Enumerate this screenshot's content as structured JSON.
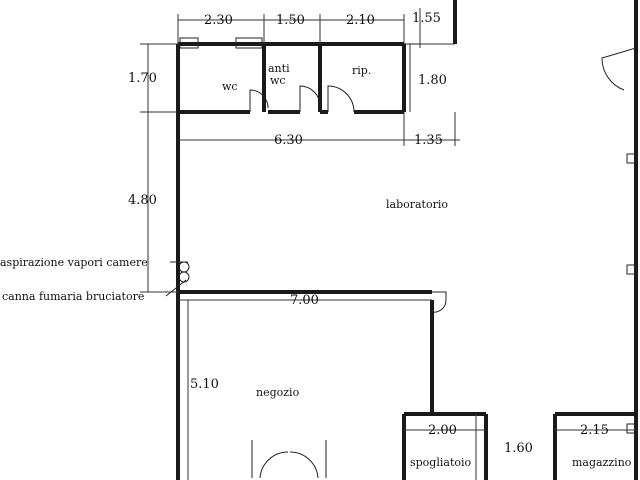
{
  "rooms": {
    "wc": "wc",
    "anti_line1": "anti",
    "anti_line2": "wc",
    "rip": "rip.",
    "laboratorio": "laboratorio",
    "negozio": "negozio",
    "spogliatoio": "spogliatoio",
    "magazzino": "magazzino"
  },
  "dimensions": {
    "top_wc": "2.30",
    "top_anti": "1.50",
    "top_rip": "2.10",
    "top_right": "1.55",
    "left_upper": "1.70",
    "right_upper": "1.80",
    "lab_width": "6.30",
    "lab_right": "1.35",
    "left_lab": "4.80",
    "shop_width": "7.00",
    "left_shop": "5.10",
    "spog_width": "2.00",
    "spog_height": "1.60",
    "mag_width": "2.15"
  },
  "annotations": {
    "aspirazione": "aspirazione vapori camere",
    "canna": "canna fumaria bruciatore"
  }
}
